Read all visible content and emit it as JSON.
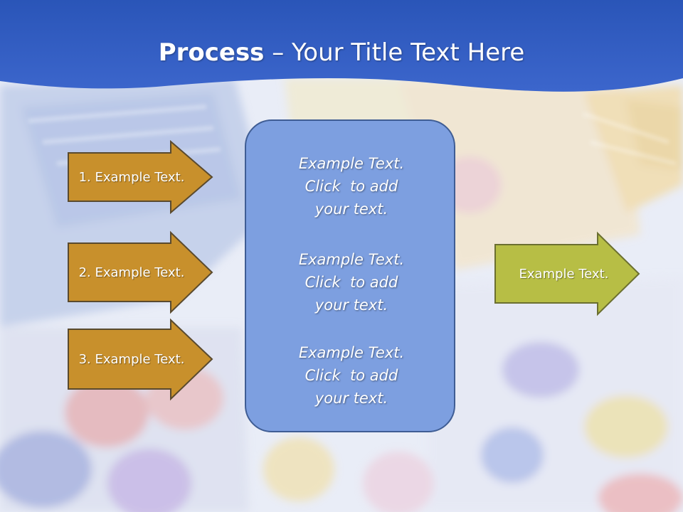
{
  "slide": {
    "title_bold": "Process",
    "title_rest": " – Your Title Text Here"
  },
  "inputs": [
    {
      "label": "1. Example Text."
    },
    {
      "label": "2. Example Text."
    },
    {
      "label": "3. Example Text."
    }
  ],
  "center": {
    "items": [
      {
        "line1": "Example Text.",
        "line2": "Click  to add",
        "line3": "your text."
      },
      {
        "line1": "Example Text.",
        "line2": "Click  to add",
        "line3": "your text."
      },
      {
        "line1": "Example Text.",
        "line2": "Click  to add",
        "line3": "your text."
      }
    ]
  },
  "output": {
    "label": "Example Text."
  },
  "colors": {
    "banner": "#3a64c8",
    "input_arrow": "#c8902c",
    "input_arrow_border": "#5a4a2e",
    "center_box": "#7d9fe0",
    "output_arrow": "#b7be45",
    "output_arrow_border": "#6b6f30"
  }
}
